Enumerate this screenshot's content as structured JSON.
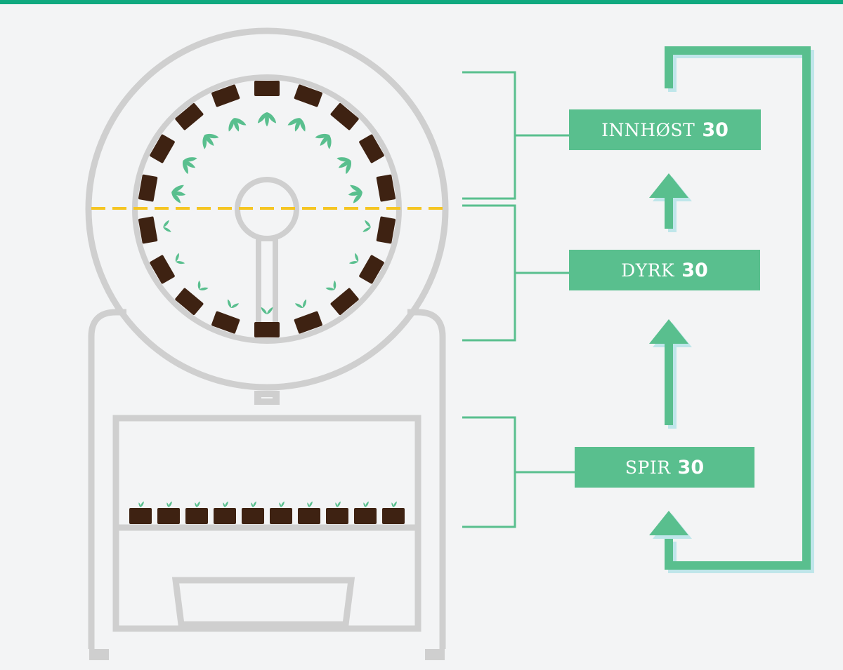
{
  "stages": [
    {
      "name": "INNHØST",
      "count": "30"
    },
    {
      "name": "DYRK",
      "count": "30"
    },
    {
      "name": "SPIR",
      "count": "30"
    }
  ],
  "colors": {
    "background": "#f3f4f5",
    "top_bar": "#0fa97f",
    "accent_green": "#59bf8e",
    "arrow_shadow": "#bfe6ea",
    "machine_frame": "#cfcfcf",
    "soil_pot": "#3e2212",
    "leaf": "#59bf8e",
    "divider_dashed": "#f5c523"
  },
  "icons": {
    "machine": "rotating-grow-drum-icon",
    "leaf": "leaf-icon",
    "pot": "soil-pot-icon",
    "arrow": "arrow-up-icon"
  }
}
